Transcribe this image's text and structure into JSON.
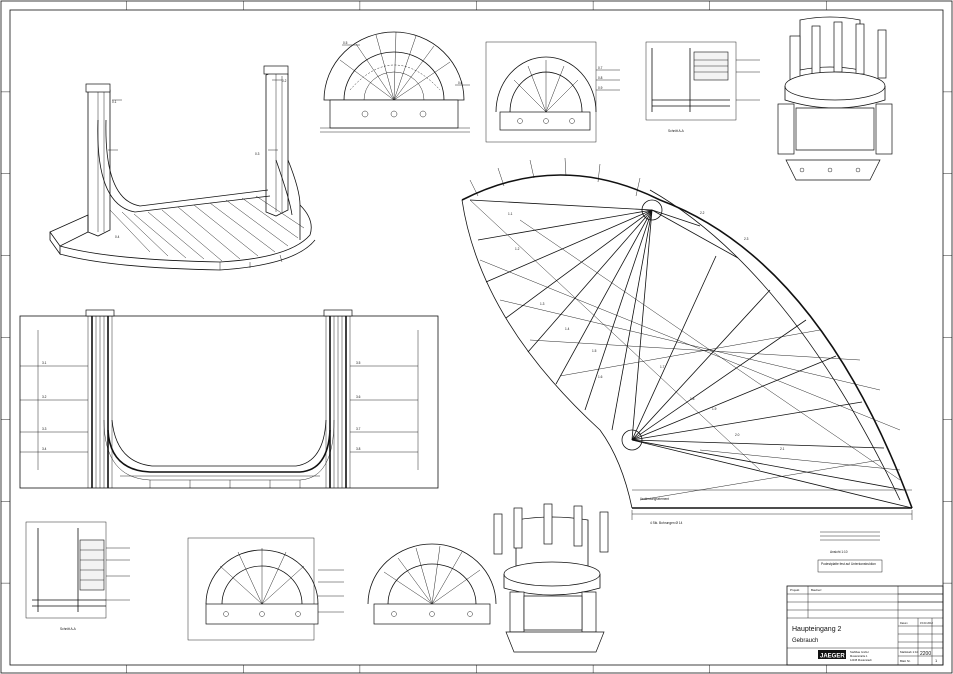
{
  "sheet": {
    "border_ticks": 8
  },
  "views": {
    "section_aa_1": "Schnitt A-A",
    "section_aa_2": "Schnitt A-A",
    "detail_note": "Ansicht 1:10",
    "note_block_1": "Podestplatte fest auf Unterkonstruktion",
    "note_block_2": "Verbindungselement",
    "plan_dim_bottom": "4 Stk. Bohrungen Ø 14"
  },
  "title_block": {
    "label_project": "Projekt",
    "label_client": "Bauherr",
    "project": "Haupteingang 2",
    "subtitle": "Gebrauch",
    "company_logo": "JAEGER",
    "company_lines": [
      "Stahlbau GmbH",
      "Musterstraße 1",
      "12345 Musterstadt"
    ],
    "scale_label": "Maßstab 1:10",
    "sheet_no": "2200",
    "rev_label": "Blatt Nr.",
    "rev_val": "1",
    "date_label": "Datum",
    "date_val": "15.03.2012"
  },
  "colors": {
    "line": "#111111",
    "paper": "#ffffff"
  }
}
